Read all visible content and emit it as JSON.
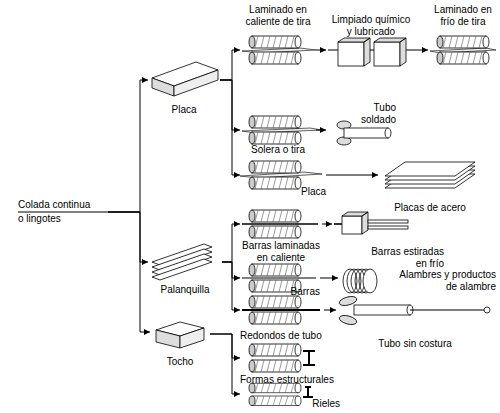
{
  "diagram": {
    "nodes": [
      {
        "text": [
          "Colada continua o lingotes"
        ]
      },
      {
        "text": [
          "Placa"
        ]
      },
      {
        "text": [
          "Palanquilla"
        ]
      },
      {
        "text": [
          "Tocho"
        ]
      },
      {
        "text": [
          "Laminado en caliente de tira"
        ]
      },
      {
        "text": [
          "Limpiado químico y lubricado"
        ]
      },
      {
        "text": [
          "Laminado en frío de tira"
        ]
      },
      {
        "text": [
          "Solera o tira"
        ]
      },
      {
        "text": [
          "Tubo soldado"
        ]
      },
      {
        "text": [
          "Placa"
        ]
      },
      {
        "text": [
          "Placas de acero"
        ]
      },
      {
        "text": [
          "Barras laminadas en caliente"
        ]
      },
      {
        "text": [
          "Barras estiradas en frío"
        ]
      },
      {
        "text": [
          "Barras"
        ]
      },
      {
        "text": [
          "Alambres y productos de alambre"
        ]
      },
      {
        "text": [
          "Redondos de tubo"
        ]
      },
      {
        "text": [
          "Tubo sin costura"
        ]
      },
      {
        "text": [
          "Formas estructurales"
        ]
      },
      {
        "text": [
          "Rieles"
        ]
      }
    ],
    "edges": [
      {
        "from": 0,
        "to": 1,
        "arrow": "to"
      },
      {
        "from": 0,
        "to": 2,
        "arrow": "to"
      },
      {
        "from": 0,
        "to": 3,
        "arrow": "to"
      },
      {
        "from": 1,
        "to": 4,
        "arrow": "to"
      },
      {
        "from": 1,
        "to": 7,
        "arrow": "to"
      },
      {
        "from": 1,
        "to": 9,
        "arrow": "to"
      },
      {
        "from": 4,
        "to": 5,
        "arrow": "to"
      },
      {
        "from": 5,
        "to": 6,
        "arrow": "to"
      },
      {
        "from": 7,
        "to": 8,
        "arrow": "to"
      },
      {
        "from": 9,
        "to": 10,
        "arrow": "to"
      },
      {
        "from": 2,
        "to": 11,
        "arrow": "to"
      },
      {
        "from": 2,
        "to": 13,
        "arrow": "to"
      },
      {
        "from": 2,
        "to": 15,
        "arrow": "to"
      },
      {
        "from": 11,
        "to": 12,
        "arrow": "to"
      },
      {
        "from": 13,
        "to": 14,
        "arrow": "to"
      },
      {
        "from": 15,
        "to": 16,
        "arrow": "to"
      },
      {
        "from": 3,
        "to": 17,
        "arrow": "to"
      },
      {
        "from": 3,
        "to": 18,
        "arrow": "to"
      }
    ]
  }
}
